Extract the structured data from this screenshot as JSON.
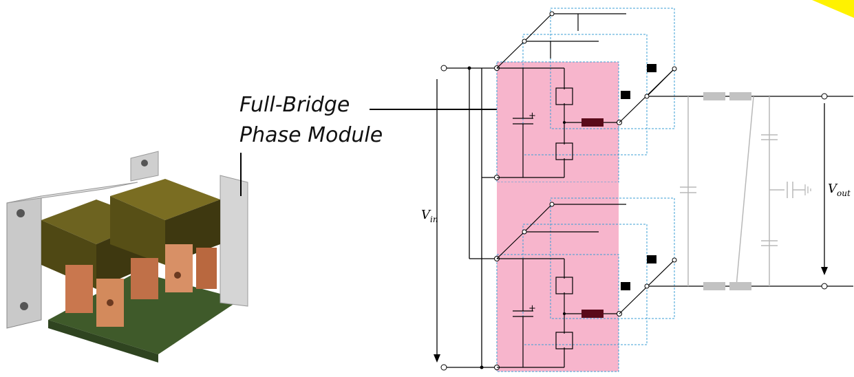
{
  "module_label": {
    "line1": "Full-Bridge",
    "line2": "Phase Module"
  },
  "voltages": {
    "input": "V",
    "input_sub": "in",
    "output": "V",
    "output_sub": "out"
  },
  "capacitor_polarity": "+",
  "colors": {
    "module_fill": "#f7b5cc",
    "module_stroke": "#3b9fd6",
    "circuit_line": "#000000",
    "filter_line": "#b8b8b8",
    "inductor_main": "#5a0a1a",
    "corner_tab": "#fff200"
  },
  "icons": {
    "photo": "power-module-photo-icon",
    "mosfet": "mosfet-icon",
    "capacitor": "capacitor-icon",
    "inductor": "inductor-icon",
    "ground": "ground-icon"
  }
}
